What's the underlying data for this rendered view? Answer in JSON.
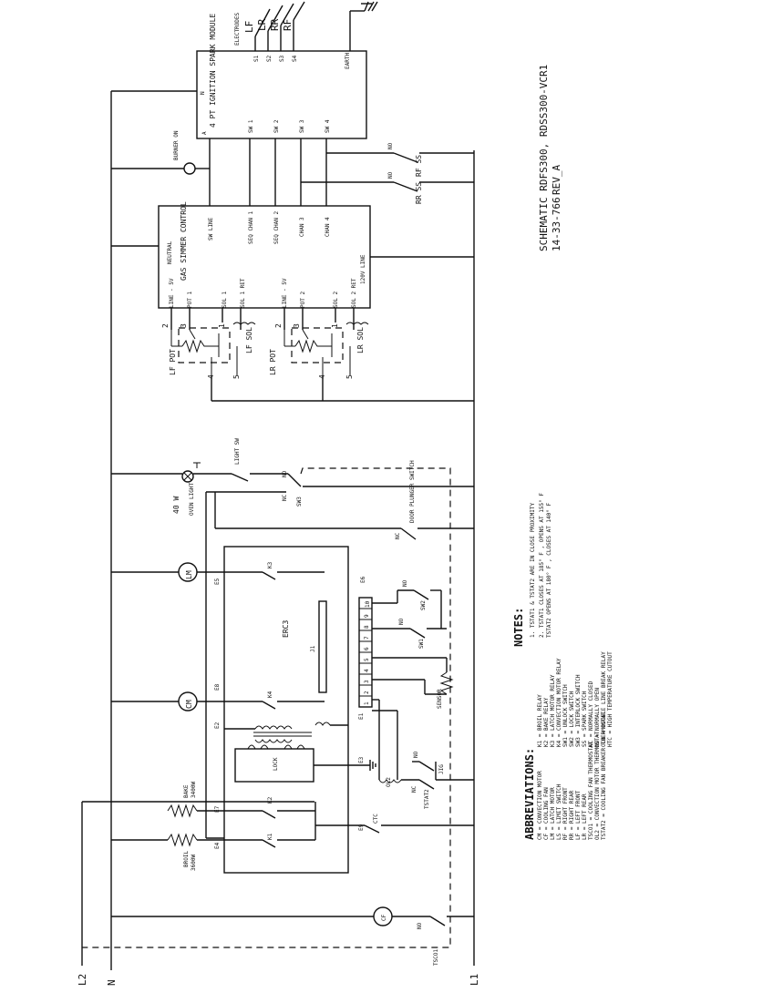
{
  "schematic": {
    "title_line1": "SCHEMATIC RDFS300, RDSS300-VCR1",
    "title_line2": "14-33-766",
    "title_rev": "REV_A"
  },
  "terminals": {
    "l2": "L2",
    "n": "N",
    "l1": "L1"
  },
  "spark_module": {
    "title": "4 PT IGNITION SPARK MODULE",
    "neutral": "N",
    "line": "A",
    "outputs": [
      "S1",
      "S2",
      "S3",
      "S4"
    ],
    "switch_inputs": [
      "SW 1",
      "SW 2",
      "SW 3",
      "SW 4"
    ],
    "earth": "EARTH",
    "electrodes_label": "ELECTRODES",
    "electrodes": [
      "LF",
      "LR",
      "RR",
      "RF"
    ]
  },
  "simmer_control": {
    "title": "GAS SIMMER CONTROL",
    "neutral": "NEUTRAL",
    "pins": [
      "LINE - 5V",
      "POT 1",
      "SOL 1",
      "SOL 1 RET",
      "LINE - 5V",
      "POT 2",
      "SOL 2",
      "SOL 2 RET",
      "120V LINE"
    ],
    "sw_pins": [
      "SW LINE",
      "SEQ CHAN 1",
      "SEQ CHAN 2",
      "CHAN 3",
      "CHAN 4"
    ]
  },
  "pots": {
    "lf_pot": "LF POT",
    "lf_sol": "LF SOL",
    "lr_pot": "LR POT",
    "lr_sol": "LR SOL",
    "pin_numbers": [
      "1",
      "2",
      "3",
      "4",
      "5"
    ]
  },
  "burner_switches": {
    "burner_on": "BURNER ON",
    "no": "NO",
    "rr_ss": "RR SS",
    "rf_ss": "RF SS"
  },
  "oven_light": {
    "watt": "40 W",
    "label": "OVEN LIGHT",
    "switch": "LIGHT SW",
    "no": "NO",
    "nc": "NC",
    "sw3": "SW3"
  },
  "door_plunger": {
    "label": "DOOR PLUNGER SWITCH",
    "nc": "NC"
  },
  "erc": {
    "title": "ERC3",
    "j1": "J1",
    "pins": [
      "E1",
      "E2",
      "E3",
      "E4",
      "E5",
      "E6",
      "E7",
      "E8",
      "E9"
    ],
    "relays": [
      "K1",
      "K2",
      "K3",
      "K4"
    ],
    "connector": [
      "1",
      "2",
      "3",
      "4",
      "5",
      "6",
      "7",
      "8",
      "9",
      "10"
    ],
    "lock": "LOCK",
    "sw1": "SW1",
    "sw2": "SW2",
    "sensor": "SENSOR"
  },
  "motors": {
    "lm": "LM",
    "cm": "CM",
    "cf": "CF"
  },
  "heaters": {
    "bake_name": "BAKE",
    "bake_rating": "3400W",
    "broil_name": "BROIL",
    "broil_rating": "3600W"
  },
  "thermostats": {
    "ctc": "CTC",
    "olc2": "OL2",
    "tstat2": "TSTAT2",
    "tsco1": "TSCO1",
    "no": "NO",
    "nc": "NC",
    "jig": "JIG"
  },
  "abbreviations": {
    "title": "ABBREVIATIONS:",
    "items": [
      "CM = CONVECTION MOTOR",
      "CF = COOLING FAN",
      "LM = LATCH MOTOR",
      "LS = LIMIT SWITCH",
      "RF = RIGHT FRONT",
      "RR = RIGHT REAR",
      "LF = LEFT FRONT",
      "LR = LEFT REAR",
      "TSCO1 = COOLING FAN THERMOSTAT",
      "OL2 = CONVECTION MOTOR THERMOSTAT",
      "TSTAT2 = COOLING FAN BREAKER THERMOSTAT"
    ]
  },
  "legend": {
    "items": [
      "K1 = BROIL RELAY",
      "K2 = BAKE RELAY",
      "K3 = LATCH MOTOR RELAY",
      "K4 = CONVECTION MOTOR RELAY",
      "SW1 = UNLOCK SWITCH",
      "SW2 = LOCK SWITCH",
      "SW3 = INTERLOCK SWITCH",
      "SS = SPARK SWITCH",
      "NC = NORMALLY CLOSED",
      "NO = NORMALLY OPEN",
      "OLB = DOUBLE LINE BREAK RELAY",
      "HTC = HIGH TEMPERATURE CUTOUT"
    ]
  },
  "notes": {
    "title": "NOTES:",
    "items": [
      "1. TSTAT1 & TSTAT2 ARE IN CLOSE PROXIMITY",
      "2. TSTAT1 CLOSES AT 185° F , OPENS AT 155° F",
      "   TSTAT2 OPENS AT 180° F , CLOSES AT 140° F"
    ]
  }
}
